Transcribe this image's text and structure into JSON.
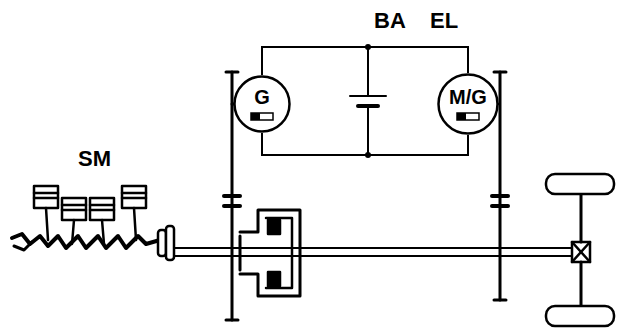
{
  "diagram": {
    "nodes": [
      {
        "text": [
          "G"
        ]
      },
      {
        "text": [
          "M/G"
        ]
      }
    ],
    "edges": [
      {
        "from": 0,
        "to": 1,
        "arrow": "none"
      },
      {
        "from": 0,
        "to": 1,
        "arrow": "none"
      }
    ],
    "labels": [
      "BA",
      "EL",
      "SM"
    ]
  }
}
